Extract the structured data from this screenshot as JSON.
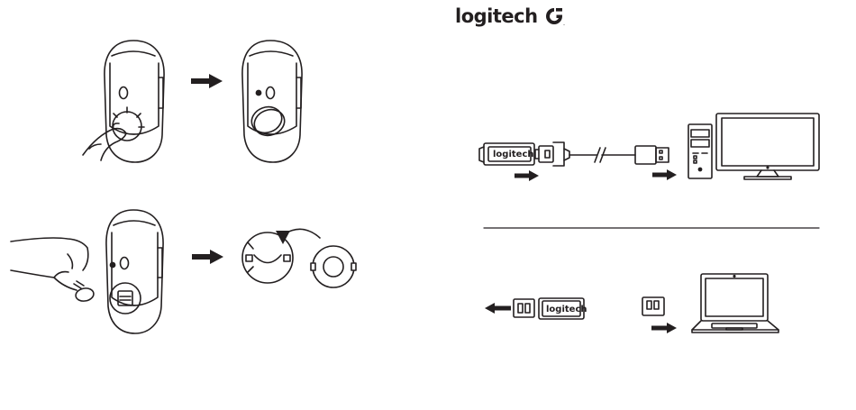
{
  "brand": {
    "wordmark": "logitech",
    "mark_icon": "logitech-g-icon"
  },
  "receiver_labels": {
    "extender_step": "logitech",
    "laptop_step": "logitech"
  },
  "steps": [
    {
      "name": "remove-magnet-cover",
      "icons": [
        "hand-press-icon",
        "mouse-underside-icon",
        "arrow-right-icon",
        "mouse-cover-open-icon"
      ]
    },
    {
      "name": "swap-cover-plate",
      "icons": [
        "hand-remove-icon",
        "arrow-right-icon",
        "curved-arrow-icon",
        "cover-plate-icon",
        "ring-plate-icon"
      ]
    },
    {
      "name": "connect-via-extender",
      "icons": [
        "usb-receiver-icon",
        "extender-adapter-icon",
        "usb-cable-icon",
        "desktop-tower-icon",
        "monitor-icon"
      ]
    },
    {
      "name": "connect-to-laptop",
      "icons": [
        "arrow-left-icon",
        "usb-receiver-icon",
        "nano-receiver-icon",
        "laptop-icon"
      ]
    }
  ],
  "colors": {
    "ink": "#231f20",
    "background": "#ffffff"
  }
}
